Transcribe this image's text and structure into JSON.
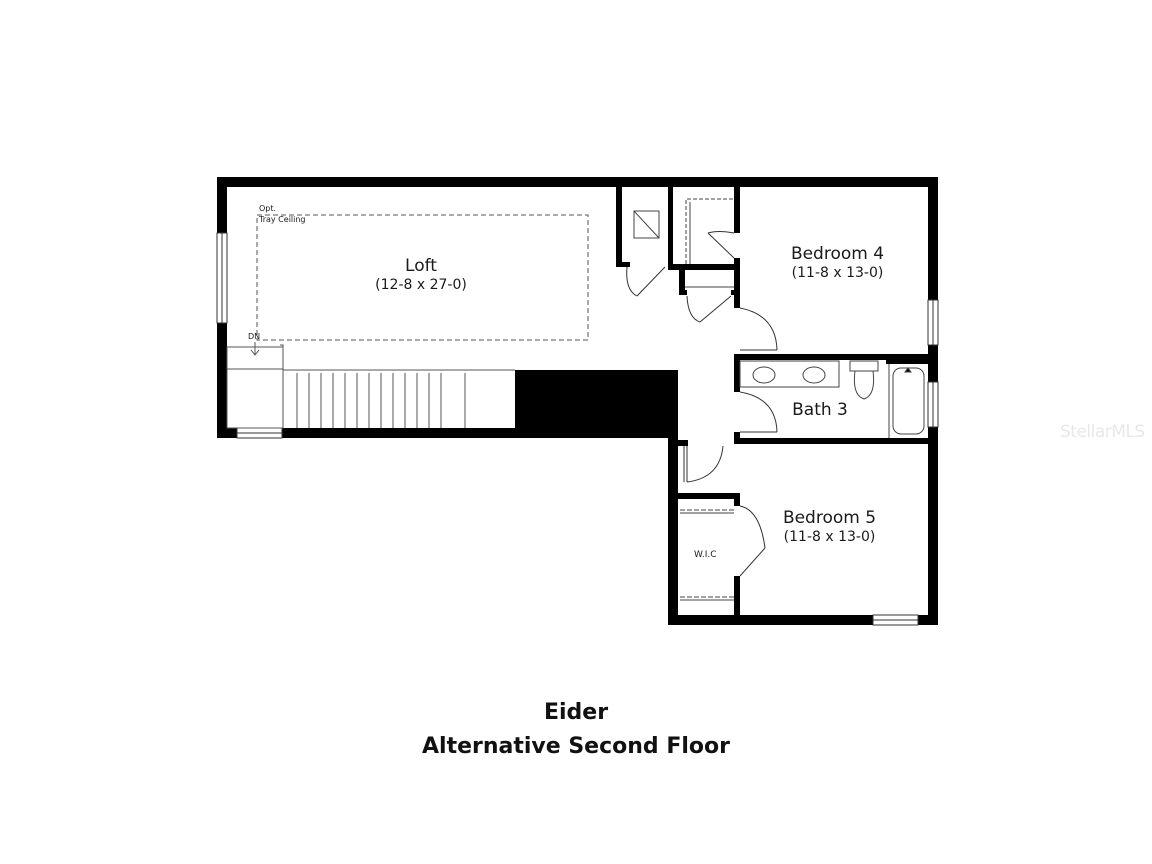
{
  "plan": {
    "model_name": "Eider",
    "floor_name": "Alternative Second Floor",
    "watermark": "StellarMLS",
    "rooms": [
      {
        "name": "Loft",
        "dimensions": "(12-8 x 27-0)"
      },
      {
        "name": "Bedroom 4",
        "dimensions": "(11-8 x 13-0)"
      },
      {
        "name": "Bath 3",
        "dimensions": ""
      },
      {
        "name": "Bedroom 5",
        "dimensions": "(11-8 x 13-0)"
      }
    ],
    "annotations": {
      "tray_ceiling_line1": "Opt.",
      "tray_ceiling_line2": "Tray Ceiling",
      "stair_direction": "DN",
      "walk_in_closet": "W.I.C"
    },
    "colors": {
      "wall": "#000000",
      "line": "#333333",
      "background": "#ffffff"
    }
  }
}
